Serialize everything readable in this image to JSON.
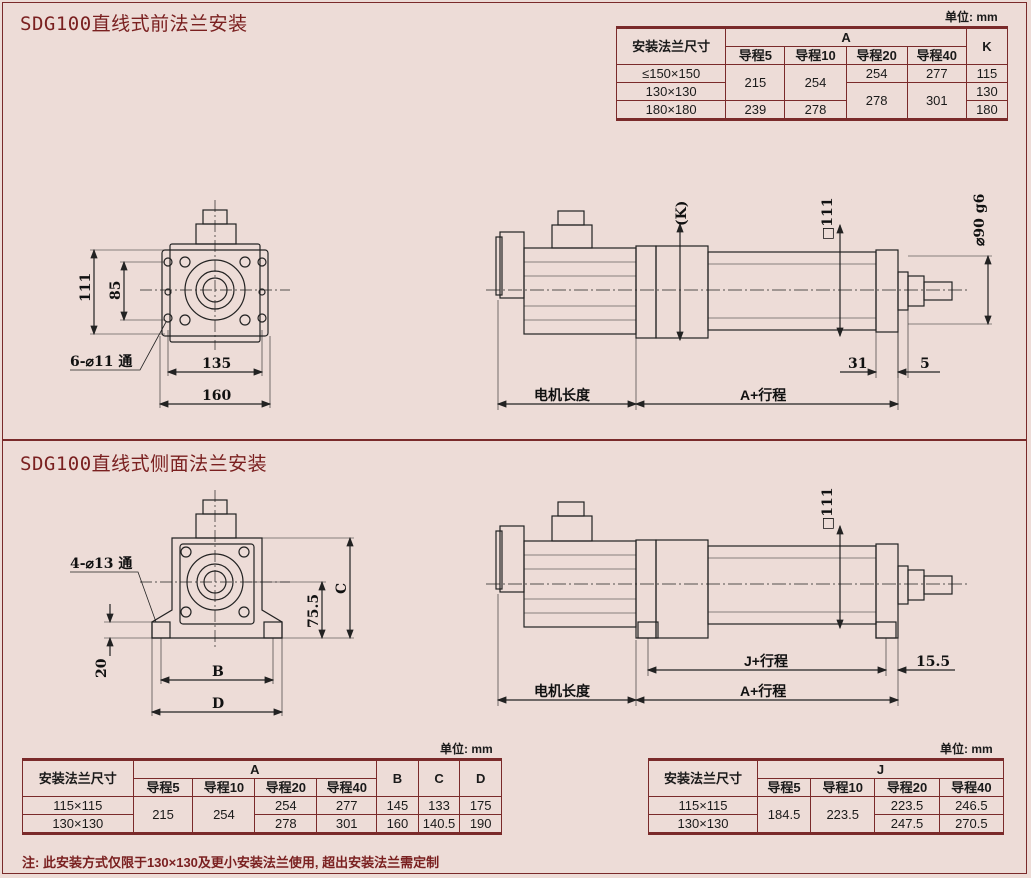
{
  "section1": {
    "title": "SDG100直线式前法兰安装",
    "unit": "单位: mm",
    "table": {
      "col_flange": "安装法兰尺寸",
      "col_a": "A",
      "col_k": "K",
      "leads": [
        "导程5",
        "导程10",
        "导程20",
        "导程40"
      ],
      "rows": [
        {
          "flange": "≤150×150",
          "k": "115"
        },
        {
          "flange": "130×130",
          "k": "130"
        },
        {
          "flange": "180×180",
          "k": "180"
        }
      ],
      "a_5_small": "215",
      "a_10_small": "254",
      "a_20_r1": "254",
      "a_40_r1": "277",
      "a_20_r23": "278",
      "a_40_r23": "301",
      "a_5_r3": "239",
      "a_10_r3": "278"
    },
    "dims": {
      "d111": "111",
      "d85": "85",
      "holes": "6-⌀11 通",
      "d135": "135",
      "d160": "160",
      "k": "(K)",
      "sq111": "□111",
      "shaft": "⌀90 g6",
      "d31": "31",
      "d5": "5",
      "motor_len": "电机长度",
      "a_stroke": "A+行程"
    }
  },
  "section2": {
    "title": "SDG100直线式侧面法兰安装",
    "dims": {
      "holes": "4-⌀13 通",
      "d75": "75.5",
      "c": "C",
      "d20": "20",
      "b": "B",
      "d": "D",
      "sq111": "□111",
      "j_stroke": "J+行程",
      "d15": "15.5",
      "motor_len": "电机长度",
      "a_stroke": "A+行程"
    },
    "table1": {
      "unit": "单位: mm",
      "col_flange": "安装法兰尺寸",
      "col_a": "A",
      "col_b": "B",
      "col_c": "C",
      "col_d": "D",
      "leads": [
        "导程5",
        "导程10",
        "导程20",
        "导程40"
      ],
      "r1_flange": "115×115",
      "r2_flange": "130×130",
      "a5": "215",
      "a10": "254",
      "r1_a20": "254",
      "r1_a40": "277",
      "r1_b": "145",
      "r1_c": "133",
      "r1_d": "175",
      "r2_a20": "278",
      "r2_a40": "301",
      "r2_b": "160",
      "r2_c": "140.5",
      "r2_d": "190"
    },
    "table2": {
      "unit": "单位: mm",
      "col_flange": "安装法兰尺寸",
      "col_j": "J",
      "leads": [
        "导程5",
        "导程10",
        "导程20",
        "导程40"
      ],
      "r1_flange": "115×115",
      "r2_flange": "130×130",
      "j5": "184.5",
      "j10": "223.5",
      "r1_j20": "223.5",
      "r1_j40": "246.5",
      "r2_j20": "247.5",
      "r2_j40": "270.5"
    },
    "note": "注: 此安装方式仅限于130×130及更小安装法兰使用, 超出安装法兰需定制"
  }
}
